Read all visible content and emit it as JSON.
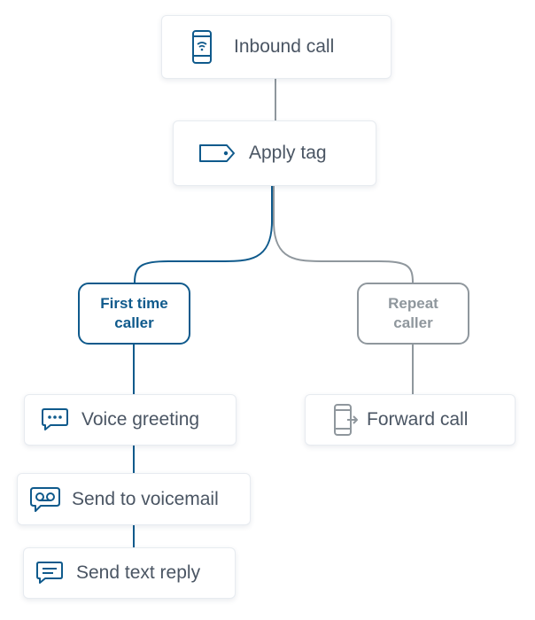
{
  "colors": {
    "primary_blue": "#0f5a8c",
    "muted_gray": "#8f979d",
    "text_gray": "#4a5563",
    "card_border": "#e7ebf0"
  },
  "nodes": {
    "inbound_call": {
      "label": "Inbound call",
      "icon": "smartphone-wireless-icon"
    },
    "apply_tag": {
      "label": "Apply tag",
      "icon": "tag-icon"
    },
    "first_time_caller": {
      "label_line1": "First time",
      "label_line2": "caller"
    },
    "repeat_caller": {
      "label_line1": "Repeat",
      "label_line2": "caller"
    },
    "voice_greeting": {
      "label": "Voice greeting",
      "icon": "chat-bubble-dots-icon"
    },
    "send_to_voicemail": {
      "label": "Send to voicemail",
      "icon": "voicemail-icon"
    },
    "send_text_reply": {
      "label": "Send text reply",
      "icon": "message-lines-icon"
    },
    "forward_call": {
      "label": "Forward call",
      "icon": "phone-forward-icon"
    }
  }
}
